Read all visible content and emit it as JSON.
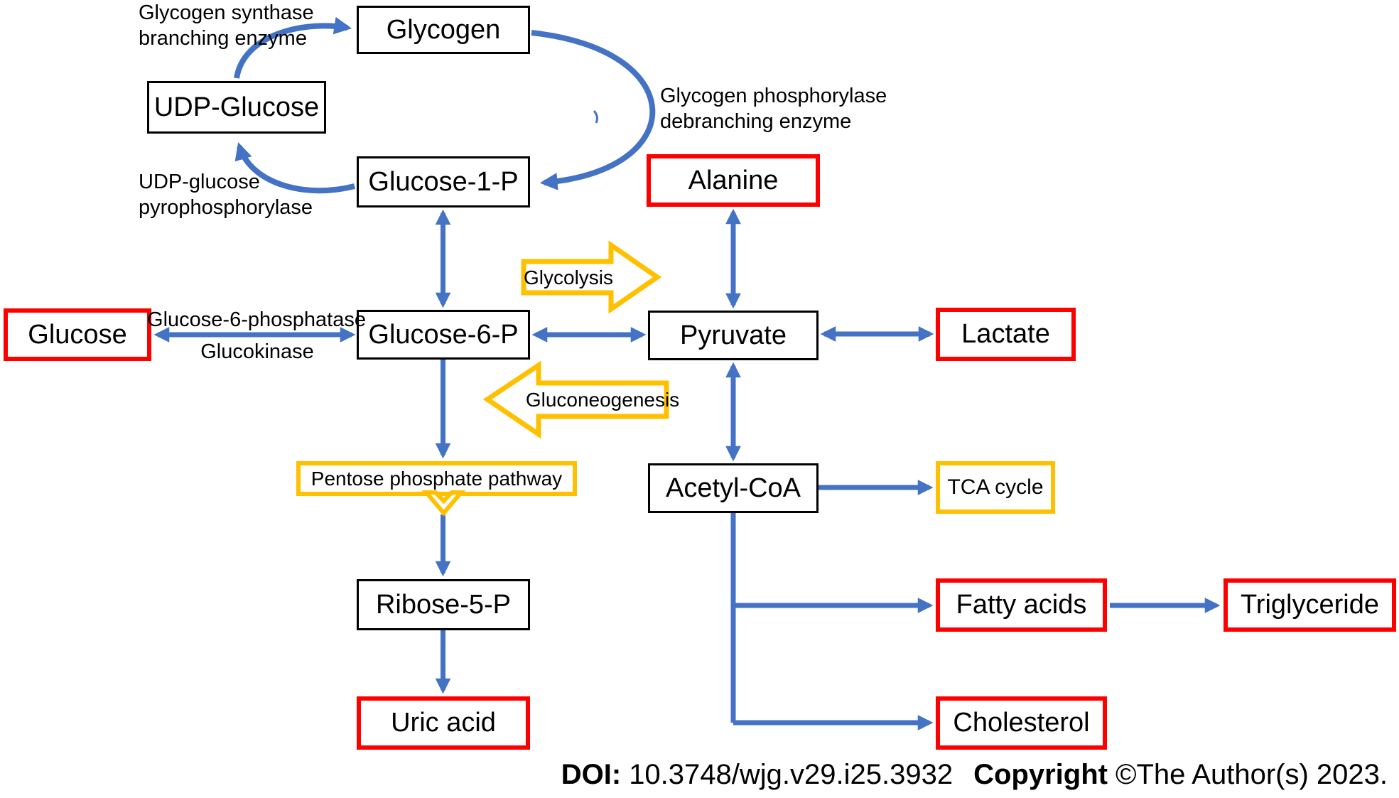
{
  "diagram": {
    "nodes": {
      "glycogen": "Glycogen",
      "udp_glucose": "UDP-Glucose",
      "glucose_1_p": "Glucose-1-P",
      "alanine": "Alanine",
      "glucose": "Glucose",
      "glucose_6_p": "Glucose-6-P",
      "pyruvate": "Pyruvate",
      "lactate": "Lactate",
      "acetyl_coa": "Acetyl-CoA",
      "tca_cycle": "TCA cycle",
      "ribose_5_p": "Ribose-5-P",
      "uric_acid": "Uric acid",
      "fatty_acids": "Fatty acids",
      "triglyceride": "Triglyceride",
      "cholesterol": "Cholesterol"
    },
    "enzymes": {
      "glycogen_synthase_line1": "Glycogen synthase",
      "glycogen_synthase_line2": "branching enzyme",
      "glycogen_phosphorylase_line1": "Glycogen phosphorylase",
      "glycogen_phosphorylase_line2": "debranching enzyme",
      "udp_glucose_pyrophosphorylase_line1": "UDP-glucose",
      "udp_glucose_pyrophosphorylase_line2": "pyrophosphorylase",
      "glucose_6_phosphatase": "Glucose-6-phosphatase",
      "glucokinase": "Glucokinase"
    },
    "pathways": {
      "glycolysis": "Glycolysis",
      "gluconeogenesis": "Gluconeogenesis",
      "pentose_phosphate": "Pentose phosphate pathway"
    },
    "colors": {
      "arrow_blue": "#4472C4",
      "highlight_red": "#FF0000",
      "pathway_yellow": "#FFC000",
      "node_border_black": "#000000"
    }
  },
  "footer": {
    "doi_label": "DOI:",
    "doi_value": "10.3748/wjg.v29.i25.3932",
    "copyright_label": "Copyright",
    "copyright_value": "©The Author(s) 2023."
  }
}
